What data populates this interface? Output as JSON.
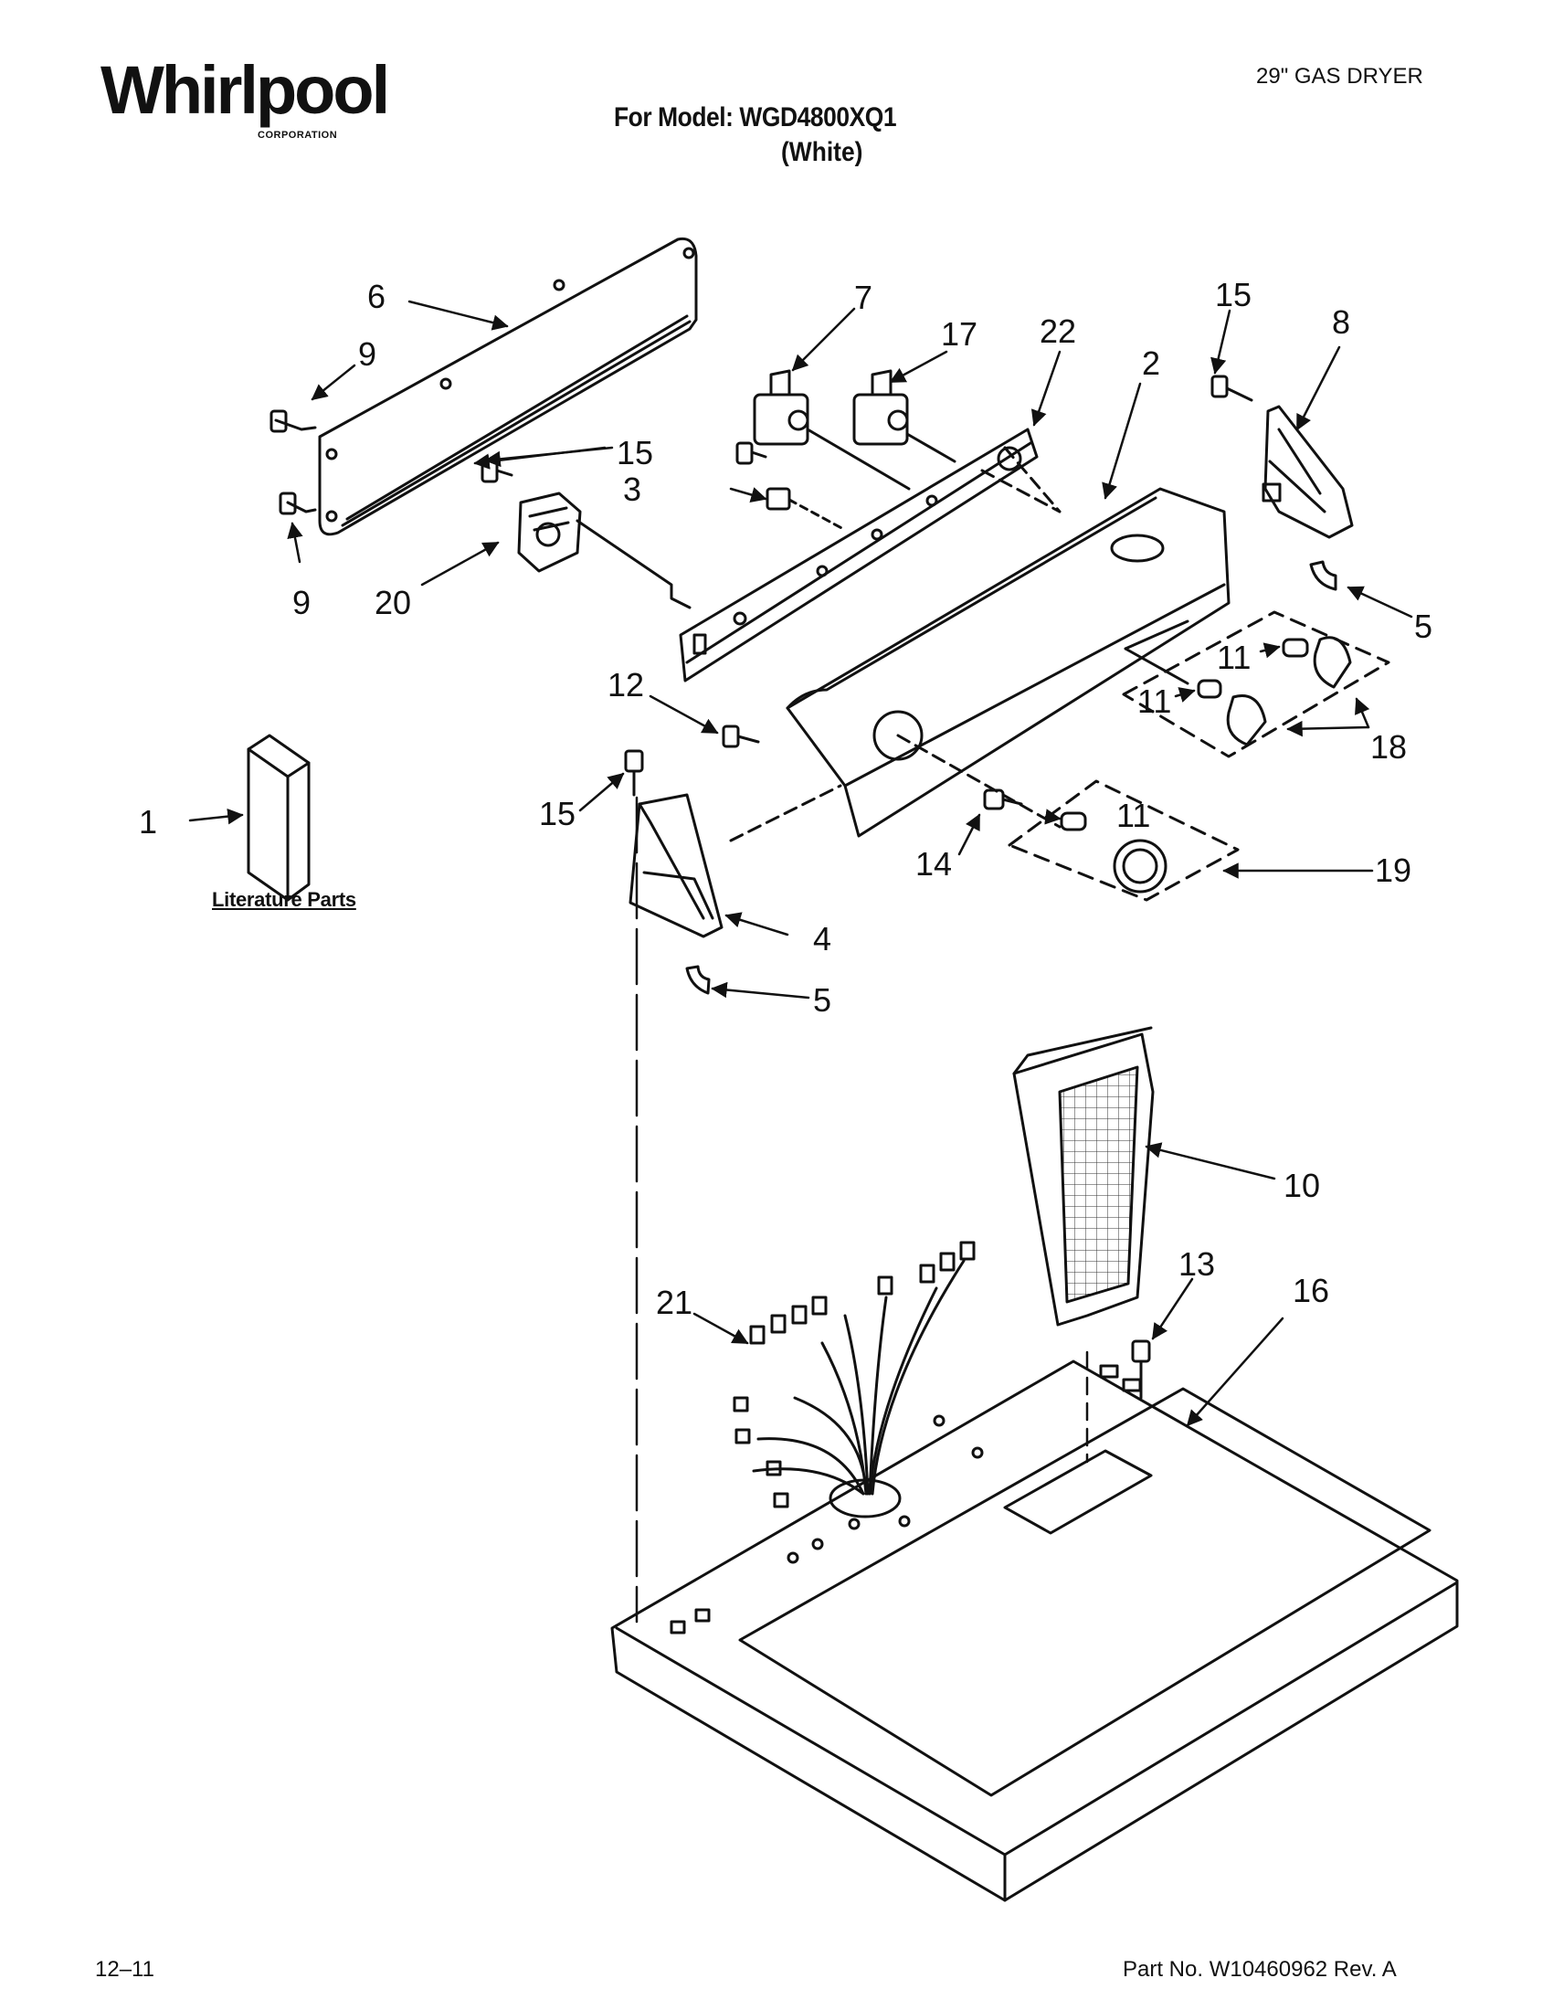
{
  "header": {
    "brand": "Whirlpool",
    "brand_sub": "CORPORATION",
    "document_type": "29\" GAS DRYER",
    "model_line": "For Model: WGD4800XQ1",
    "color_line": "(White)"
  },
  "literature_label": "Literature Parts",
  "callouts": [
    "1",
    "2",
    "3",
    "4",
    "5",
    "5",
    "6",
    "7",
    "8",
    "9",
    "9",
    "10",
    "11",
    "11",
    "11",
    "12",
    "13",
    "14",
    "15",
    "15",
    "15",
    "16",
    "17",
    "18",
    "19",
    "20",
    "21",
    "22"
  ],
  "footer": {
    "date_code": "12–11",
    "part_number": "Part No. W10460962 Rev. A"
  },
  "colors": {
    "ink": "#111111",
    "background": "#ffffff"
  }
}
